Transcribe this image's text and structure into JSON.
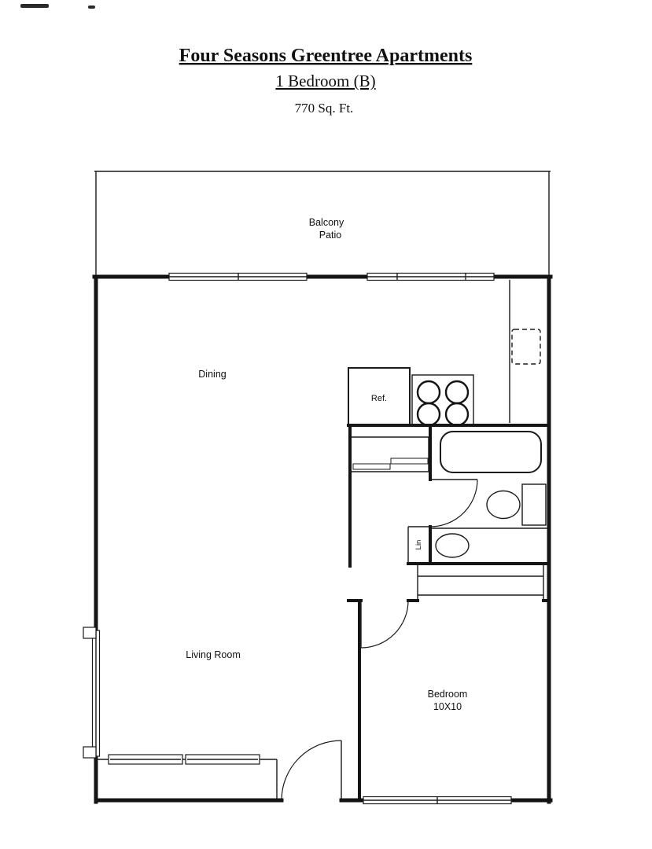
{
  "header": {
    "title": "Four Seasons Greentree Apartments",
    "subtitle": "1 Bedroom (B)",
    "area": "770 Sq. Ft."
  },
  "rooms": {
    "balcony_line1": "Balcony",
    "balcony_line2": "Patio",
    "dining": "Dining",
    "living_room": "Living Room",
    "bedroom": "Bedroom",
    "bedroom_size": "10X10"
  },
  "fixtures": {
    "refrigerator": "Ref.",
    "linen": "Lin"
  },
  "colors": {
    "ink": "#141414",
    "paper": "#ffffff"
  }
}
